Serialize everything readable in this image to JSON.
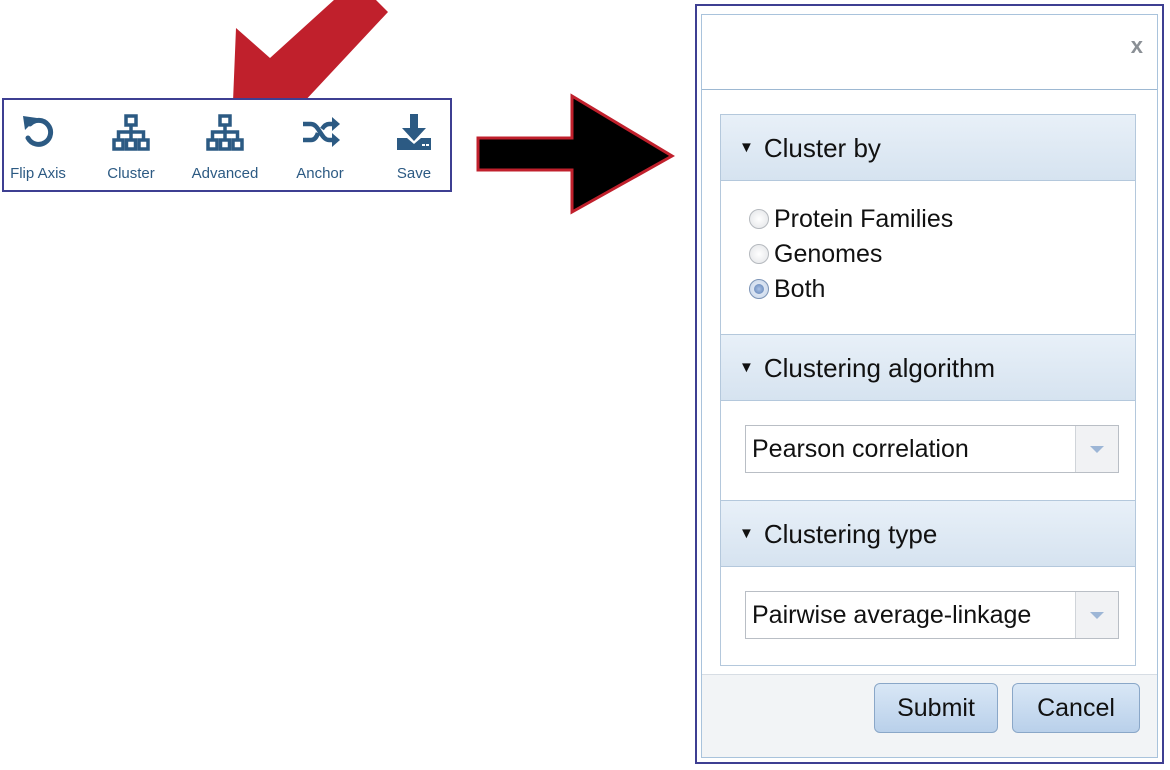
{
  "toolbar": {
    "items": [
      {
        "label": "Flip Axis",
        "icon": "rotate-icon"
      },
      {
        "label": "Cluster",
        "icon": "hierarchy-icon"
      },
      {
        "label": "Advanced",
        "icon": "hierarchy-icon"
      },
      {
        "label": "Anchor",
        "icon": "shuffle-icon"
      },
      {
        "label": "Save",
        "icon": "download-icon"
      }
    ]
  },
  "dialog": {
    "close_label": "x",
    "cluster_by": {
      "title": "Cluster by",
      "options": [
        "Protein Families",
        "Genomes",
        "Both"
      ],
      "selected": "Both"
    },
    "algorithm": {
      "title": "Clustering algorithm",
      "value": "Pearson correlation"
    },
    "type": {
      "title": "Clustering type",
      "value": "Pairwise average-linkage"
    },
    "submit_label": "Submit",
    "cancel_label": "Cancel"
  },
  "colors": {
    "toolbar_border": "#3e3f92",
    "icon": "#2c5a83",
    "red_arrow": "#c0202c",
    "black_arrow": "#000000"
  }
}
